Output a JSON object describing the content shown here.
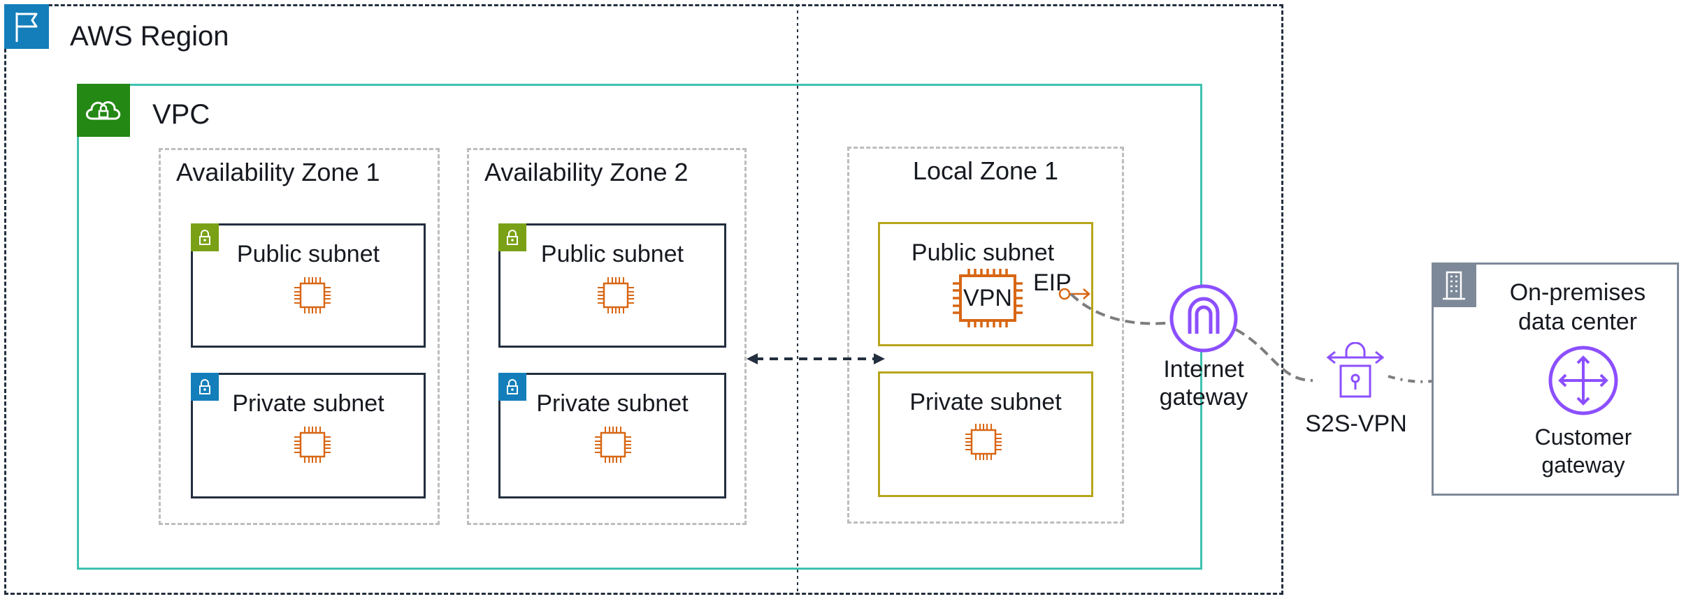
{
  "region": {
    "label": "AWS Region"
  },
  "vpc": {
    "label": "VPC"
  },
  "zones": [
    {
      "label": "Availability Zone 1"
    },
    {
      "label": "Availability Zone 2"
    },
    {
      "label": "Local Zone 1"
    }
  ],
  "subnets": {
    "public": "Public subnet",
    "private": "Private subnet"
  },
  "vpn_instance": {
    "label": "VPN"
  },
  "eip": {
    "label": "EIP"
  },
  "internet_gateway": {
    "label_line1": "Internet",
    "label_line2": "gateway"
  },
  "s2s_vpn": {
    "label": "S2S-VPN"
  },
  "on_premises": {
    "label_line1": "On-premises",
    "label_line2": "data center",
    "customer_gateway_line1": "Customer",
    "customer_gateway_line2": "gateway"
  },
  "colors": {
    "region_border": "#232f3e",
    "region_badge": "#147eba",
    "vpc_border": "#3fc1b0",
    "vpc_badge": "#248814",
    "public_badge": "#7aa116",
    "private_badge": "#147eba",
    "ec2": "#d86613",
    "purple": "#8c4fff",
    "local_zone_subnet_border": "#b7a51c",
    "onprem_border": "#7d8998"
  }
}
